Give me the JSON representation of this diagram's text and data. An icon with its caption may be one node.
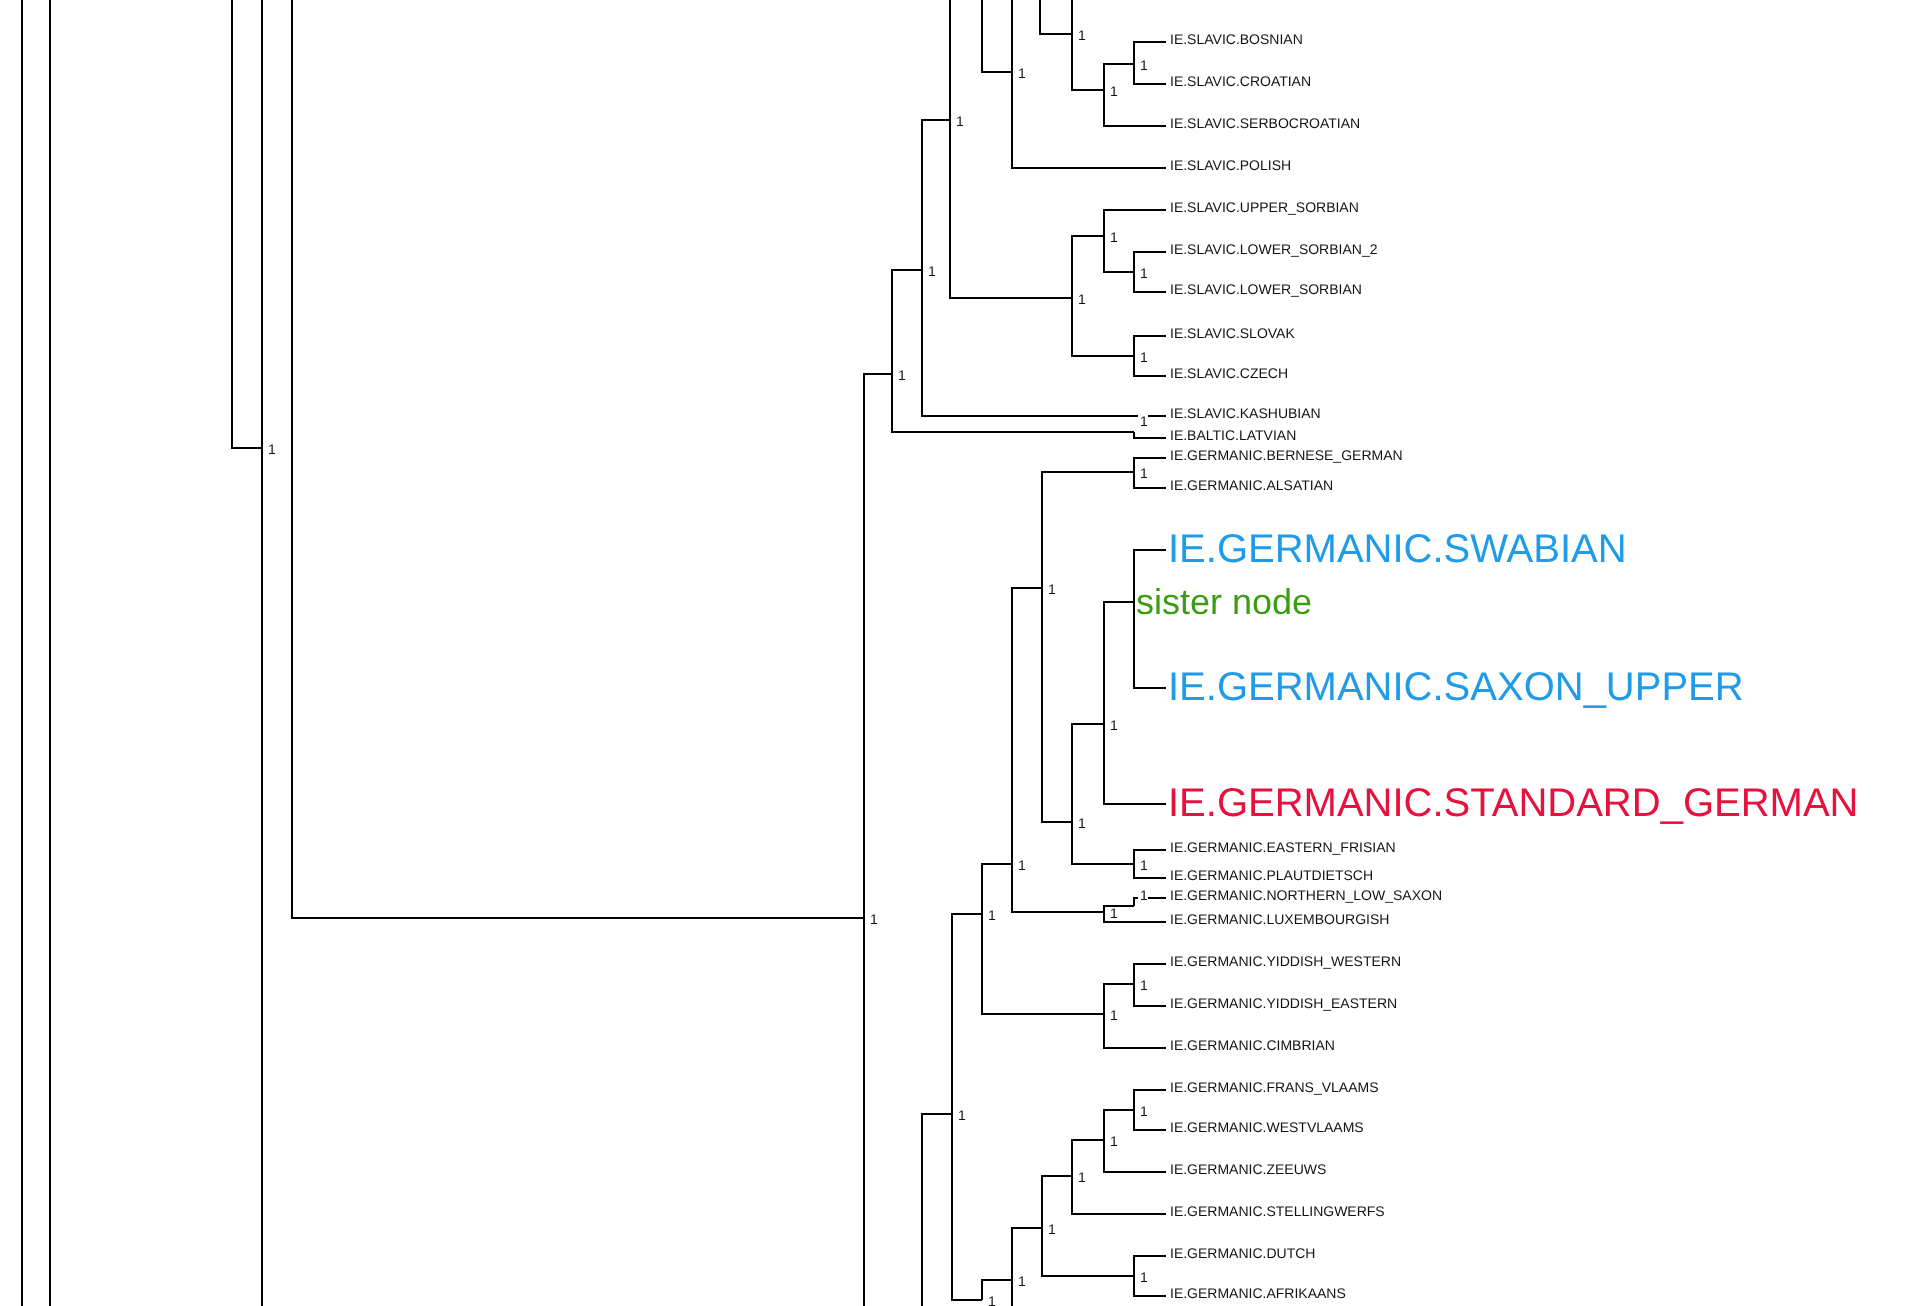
{
  "diagram": {
    "nodes": [
      {
        "text": [
          "1"
        ]
      },
      {
        "text": [
          "1"
        ]
      },
      {
        "text": [
          "IE.SLAVIC.BOSNIAN"
        ]
      },
      {
        "text": [
          "1"
        ]
      },
      {
        "text": [
          "1"
        ]
      },
      {
        "text": [
          "IE.SLAVIC.CROATIAN"
        ]
      },
      {
        "text": [
          "1"
        ]
      },
      {
        "text": [
          "IE.SLAVIC.SERBOCROATIAN"
        ]
      },
      {
        "text": [
          "IE.SLAVIC.POLISH"
        ]
      },
      {
        "text": [
          "IE.SLAVIC.UPPER_SORBIAN"
        ]
      },
      {
        "text": [
          "1"
        ]
      },
      {
        "text": [
          "1"
        ]
      },
      {
        "text": [
          "IE.SLAVIC.LOWER_SORBIAN_2"
        ]
      },
      {
        "text": [
          "1"
        ]
      },
      {
        "text": [
          "IE.SLAVIC.LOWER_SORBIAN"
        ]
      },
      {
        "text": [
          "1"
        ]
      },
      {
        "text": [
          "IE.SLAVIC.SLOVAK"
        ]
      },
      {
        "text": [
          "1"
        ]
      },
      {
        "text": [
          "IE.SLAVIC.CZECH"
        ]
      },
      {
        "text": [
          "1"
        ]
      },
      {
        "text": [
          "IE.SLAVIC.KASHUBIAN"
        ]
      },
      {
        "text": [
          "1"
        ]
      },
      {
        "text": [
          "IE.BALTIC.LATVIAN"
        ]
      },
      {
        "text": [
          "IE.GERMANIC.BERNESE_GERMAN"
        ]
      },
      {
        "text": [
          "1"
        ]
      },
      {
        "text": [
          "IE.GERMANIC.ALSATIAN"
        ]
      },
      {
        "text": [
          "IE.GERMANIC.SWABIAN"
        ]
      },
      {
        "text": [
          "1"
        ]
      },
      {
        "text": [
          "sister node"
        ]
      },
      {
        "text": [
          "IE.GERMANIC.SAXON_UPPER"
        ]
      },
      {
        "text": [
          "1"
        ]
      },
      {
        "text": [
          "IE.GERMANIC.STANDARD_GERMAN"
        ]
      },
      {
        "text": [
          "1"
        ]
      },
      {
        "text": [
          "IE.GERMANIC.EASTERN_FRISIAN"
        ]
      },
      {
        "text": [
          "1"
        ]
      },
      {
        "text": [
          "1"
        ]
      },
      {
        "text": [
          "IE.GERMANIC.PLAUTDIETSCH"
        ]
      },
      {
        "text": [
          "IE.GERMANIC.NORTHERN_LOW_SAXON"
        ]
      },
      {
        "text": [
          "1"
        ]
      },
      {
        "text": [
          "1"
        ]
      },
      {
        "text": [
          "1"
        ]
      },
      {
        "text": [
          "1"
        ]
      },
      {
        "text": [
          "IE.GERMANIC.LUXEMBOURGISH"
        ]
      },
      {
        "text": [
          "IE.GERMANIC.YIDDISH_WESTERN"
        ]
      },
      {
        "text": [
          "1"
        ]
      },
      {
        "text": [
          "IE.GERMANIC.YIDDISH_EASTERN"
        ]
      },
      {
        "text": [
          "1"
        ]
      },
      {
        "text": [
          "IE.GERMANIC.CIMBRIAN"
        ]
      },
      {
        "text": [
          "IE.GERMANIC.FRANS_VLAAMS"
        ]
      },
      {
        "text": [
          "1"
        ]
      },
      {
        "text": [
          "1"
        ]
      },
      {
        "text": [
          "IE.GERMANIC.WESTVLAAMS"
        ]
      },
      {
        "text": [
          "1"
        ]
      },
      {
        "text": [
          "IE.GERMANIC.ZEEUWS"
        ]
      },
      {
        "text": [
          "1"
        ]
      },
      {
        "text": [
          "IE.GERMANIC.STELLINGWERFS"
        ]
      },
      {
        "text": [
          "1"
        ]
      },
      {
        "text": [
          "IE.GERMANIC.DUTCH"
        ]
      },
      {
        "text": [
          "1"
        ]
      },
      {
        "text": [
          "1"
        ]
      },
      {
        "text": [
          "IE.GERMANIC.AFRIKAANS"
        ]
      },
      {
        "text": [
          "1"
        ]
      },
      {
        "text": [
          "1"
        ]
      }
    ],
    "edges": [
      {
        "from": 62,
        "to": null,
        "arrow": "none"
      },
      {
        "from": null,
        "to": 62,
        "arrow": "none"
      },
      {
        "from": 62,
        "to": null,
        "arrow": "none"
      },
      {
        "from": null,
        "to": 3,
        "arrow": "none"
      },
      {
        "from": 3,
        "to": null,
        "arrow": "none"
      },
      {
        "from": 3,
        "to": 8,
        "arrow": "none"
      },
      {
        "from": null,
        "to": 0,
        "arrow": "none"
      },
      {
        "from": 0,
        "to": null,
        "arrow": "none"
      },
      {
        "from": 0,
        "to": 4,
        "arrow": "none"
      },
      {
        "from": 4,
        "to": 1,
        "arrow": "none"
      },
      {
        "from": 4,
        "to": 7,
        "arrow": "none"
      },
      {
        "from": 1,
        "to": 2,
        "arrow": "none"
      },
      {
        "from": 1,
        "to": 5,
        "arrow": "none"
      },
      {
        "from": null,
        "to": 41,
        "arrow": "none"
      },
      {
        "from": 41,
        "to": 19,
        "arrow": "none"
      },
      {
        "from": 41,
        "to": null,
        "arrow": "none"
      },
      {
        "from": 19,
        "to": 13,
        "arrow": "none"
      },
      {
        "from": 19,
        "to": 21,
        "arrow": "none"
      },
      {
        "from": 13,
        "to": 6,
        "arrow": "none"
      },
      {
        "from": 13,
        "to": 20,
        "arrow": "none"
      },
      {
        "from": 6,
        "to": null,
        "arrow": "none"
      },
      {
        "from": 6,
        "to": 15,
        "arrow": "none"
      },
      {
        "from": 15,
        "to": 10,
        "arrow": "none"
      },
      {
        "from": 15,
        "to": 17,
        "arrow": "none"
      },
      {
        "from": 10,
        "to": 9,
        "arrow": "none"
      },
      {
        "from": 10,
        "to": 11,
        "arrow": "none"
      },
      {
        "from": 11,
        "to": 12,
        "arrow": "none"
      },
      {
        "from": 11,
        "to": 14,
        "arrow": "none"
      },
      {
        "from": 17,
        "to": 16,
        "arrow": "none"
      },
      {
        "from": 17,
        "to": 18,
        "arrow": "none"
      },
      {
        "from": 21,
        "to": 22,
        "arrow": "none"
      },
      {
        "from": null,
        "to": 50,
        "arrow": "none"
      },
      {
        "from": 50,
        "to": 40,
        "arrow": "none"
      },
      {
        "from": 50,
        "to": 61,
        "arrow": "none"
      },
      {
        "from": 40,
        "to": 35,
        "arrow": "none"
      },
      {
        "from": 40,
        "to": 46,
        "arrow": "none"
      },
      {
        "from": 35,
        "to": 27,
        "arrow": "none"
      },
      {
        "from": 35,
        "to": 39,
        "arrow": "none"
      },
      {
        "from": 27,
        "to": 24,
        "arrow": "none"
      },
      {
        "from": 27,
        "to": 32,
        "arrow": "none"
      },
      {
        "from": 24,
        "to": 23,
        "arrow": "none"
      },
      {
        "from": 24,
        "to": 25,
        "arrow": "none"
      },
      {
        "from": 32,
        "to": 30,
        "arrow": "none"
      },
      {
        "from": 32,
        "to": 34,
        "arrow": "none"
      },
      {
        "from": 30,
        "to": 28,
        "arrow": "none"
      },
      {
        "from": 30,
        "to": 31,
        "arrow": "none"
      },
      {
        "from": 28,
        "to": 26,
        "arrow": "none"
      },
      {
        "from": 28,
        "to": 29,
        "arrow": "none"
      },
      {
        "from": 34,
        "to": 33,
        "arrow": "none"
      },
      {
        "from": 34,
        "to": 36,
        "arrow": "none"
      },
      {
        "from": 39,
        "to": 38,
        "arrow": "none"
      },
      {
        "from": 39,
        "to": 42,
        "arrow": "none"
      },
      {
        "from": 38,
        "to": 37,
        "arrow": "none"
      },
      {
        "from": 46,
        "to": 44,
        "arrow": "none"
      },
      {
        "from": 46,
        "to": 47,
        "arrow": "none"
      },
      {
        "from": 44,
        "to": 43,
        "arrow": "none"
      },
      {
        "from": 44,
        "to": 45,
        "arrow": "none"
      },
      {
        "from": 61,
        "to": 59,
        "arrow": "none"
      },
      {
        "from": 59,
        "to": 56,
        "arrow": "none"
      },
      {
        "from": 59,
        "to": null,
        "arrow": "none"
      },
      {
        "from": 56,
        "to": 54,
        "arrow": "none"
      },
      {
        "from": 56,
        "to": 58,
        "arrow": "none"
      },
      {
        "from": 54,
        "to": 52,
        "arrow": "none"
      },
      {
        "from": 54,
        "to": 55,
        "arrow": "none"
      },
      {
        "from": 52,
        "to": 49,
        "arrow": "none"
      },
      {
        "from": 52,
        "to": 53,
        "arrow": "none"
      },
      {
        "from": 49,
        "to": 48,
        "arrow": "none"
      },
      {
        "from": 49,
        "to": 51,
        "arrow": "none"
      },
      {
        "from": 58,
        "to": 57,
        "arrow": "none"
      },
      {
        "from": 58,
        "to": 60,
        "arrow": "none"
      }
    ]
  }
}
